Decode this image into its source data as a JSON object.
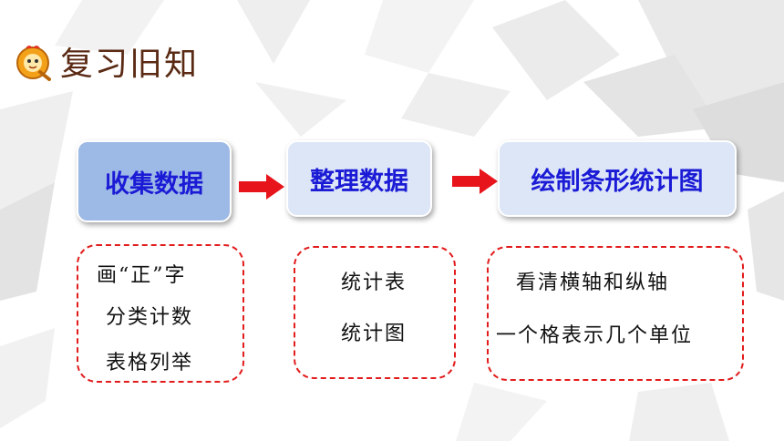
{
  "title": "复习旧知",
  "icon": "q-character-icon",
  "steps": [
    {
      "label": "收集数据"
    },
    {
      "label": "整理数据"
    },
    {
      "label": "绘制条形统计图"
    }
  ],
  "notes": [
    {
      "lines": [
        "画“正”字",
        "分类计数",
        "表格列举"
      ]
    },
    {
      "lines": [
        "统计表",
        "统计图"
      ]
    },
    {
      "lines": [
        "看清横轴和纵轴",
        "一个格表示几个单位"
      ]
    }
  ],
  "colors": {
    "step_text": "#1b1bd6",
    "step_active_bg": "#9db9e6",
    "step_bg": "#dce6f7",
    "arrow": "#e8141b",
    "dashed_border": "#e21c1c",
    "title_text": "#5a2a14"
  }
}
